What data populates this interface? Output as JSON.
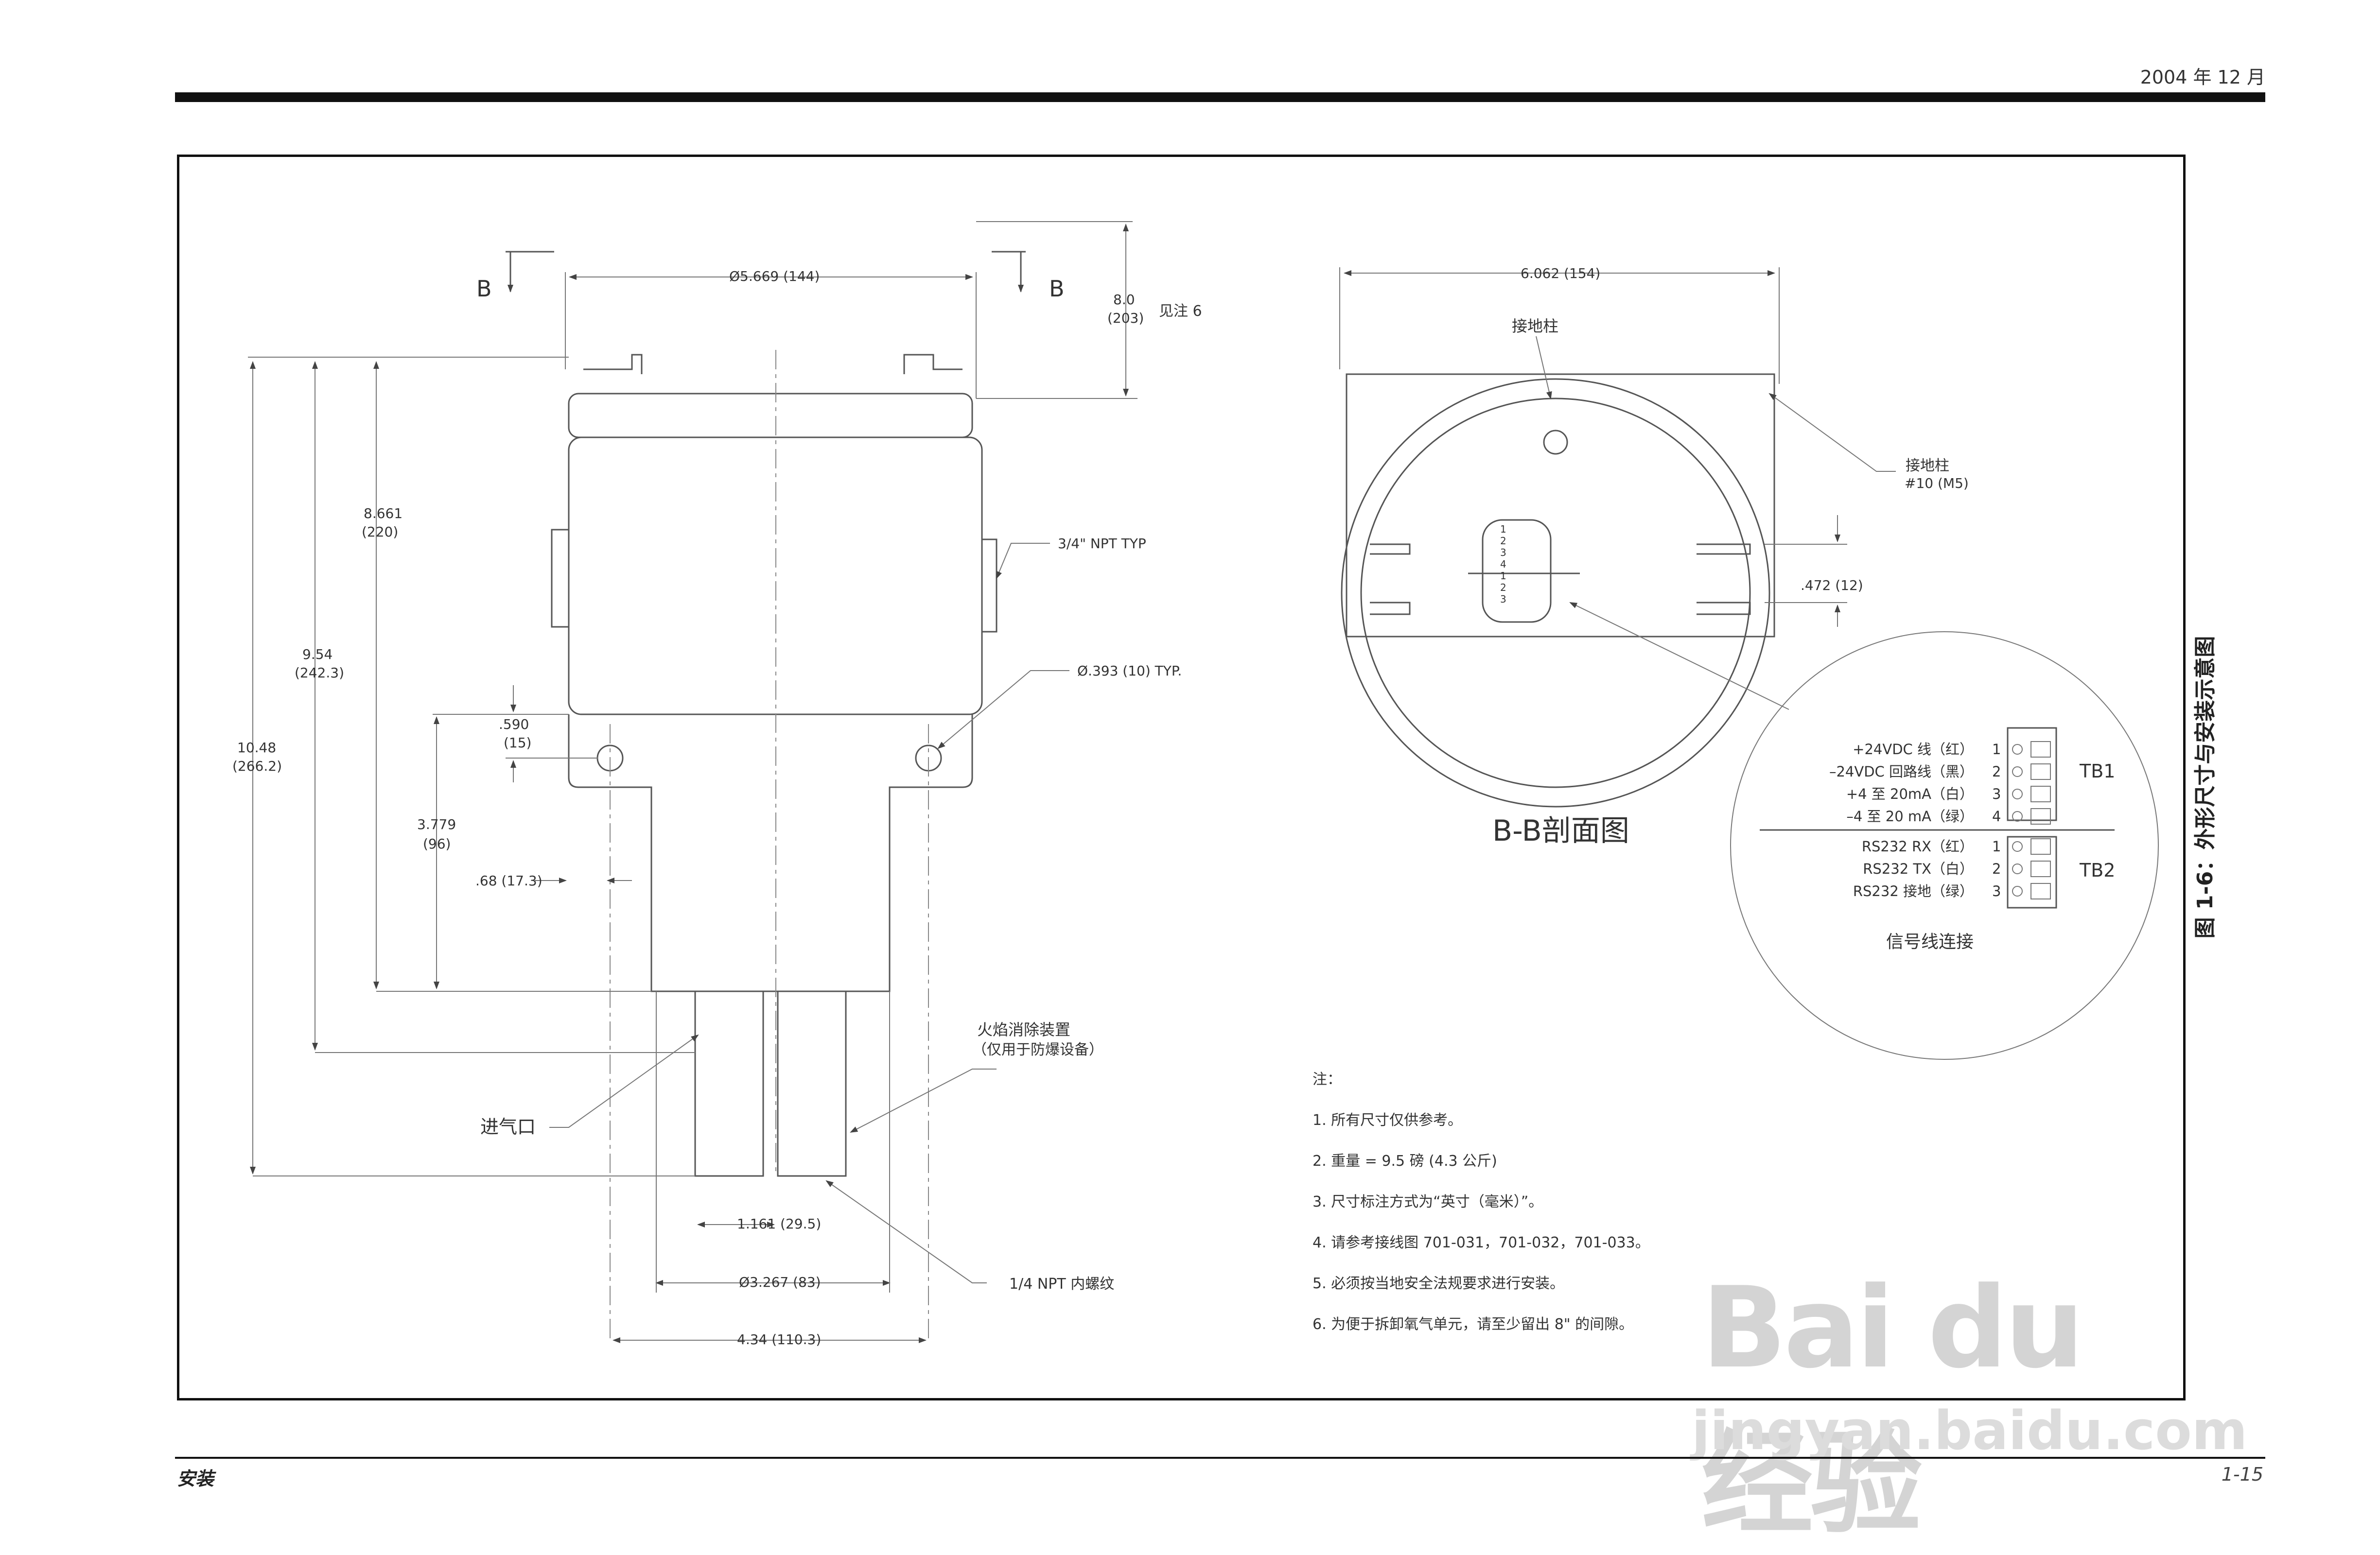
{
  "header": {
    "date": "2004 年 12 月"
  },
  "footer": {
    "section": "安装",
    "page": "1-15"
  },
  "figure": {
    "caption": "图 1-6：外形尺寸与安装示意图",
    "section_marks": {
      "left": "B",
      "right": "B"
    },
    "dimensions": {
      "diameter_top": "Ø5.669 (144)",
      "clearance_value": "8.0",
      "clearance_metric": "(203)",
      "clearance_note": "见注 6",
      "h_8661": "8.661",
      "h_8661_mm": "(220)",
      "h_954": "9.54",
      "h_954_mm": "(242.3)",
      "h_1048": "10.48",
      "h_1048_mm": "(266.2)",
      "d_590": ".590",
      "d_590_mm": "(15)",
      "d_3779": "3.779",
      "d_3779_mm": "(96)",
      "d_68": ".68 (17.3)",
      "npt_side": "3/4\" NPT TYP",
      "hole_dia": "Ø.393 (10) TYP.",
      "w_1161": "1.161 (29.5)",
      "w_3267": "Ø3.267 (83)",
      "w_434": "4.34 (110.3)",
      "w_6062": "6.062 (154)",
      "d_472": ".472 (12)"
    },
    "labels": {
      "flame_arrestor": "火焰消除装置",
      "flame_arrestor_note": "（仅用于防爆设备）",
      "inlet": "进气口",
      "npt_inner": "1/4 NPT 内螺纹",
      "ground_post_inner": "接地柱",
      "ground_post_outer": "接地柱",
      "ground_post_size": "#10 (M5)",
      "section_view": "B-B剖面图",
      "signal_wiring": "信号线连接",
      "tb1": "TB1",
      "tb2": "TB2",
      "mini_terminals": [
        "1",
        "2",
        "3",
        "4",
        "1",
        "2",
        "3"
      ]
    },
    "terminals": [
      {
        "label": "+24VDC 线（红）",
        "num": "1"
      },
      {
        "label": "–24VDC 回路线（黑）",
        "num": "2"
      },
      {
        "label": "+4 至 20mA（白）",
        "num": "3"
      },
      {
        "label": "–4 至 20 mA（绿）",
        "num": "4"
      },
      {
        "label": "RS232 RX（红）",
        "num": "1"
      },
      {
        "label": "RS232 TX（白）",
        "num": "2"
      },
      {
        "label": "RS232 接地（绿）",
        "num": "3"
      }
    ],
    "notes_title": "注：",
    "notes": [
      "1.  所有尺寸仅供参考。",
      "2.  重量 = 9.5 磅 (4.3 公斤)",
      "3.  尺寸标注方式为“英寸（毫米）”。",
      "4.  请参考接线图 701-031，701-032，701-033。",
      "5.  必须按当地安全法规要求进行安装。",
      "6.  为便于拆卸氧气单元，请至少留出 8\" 的间隙。"
    ]
  },
  "watermark": {
    "logo": "Bai du 经验",
    "url": "jingyan.baidu.com"
  }
}
